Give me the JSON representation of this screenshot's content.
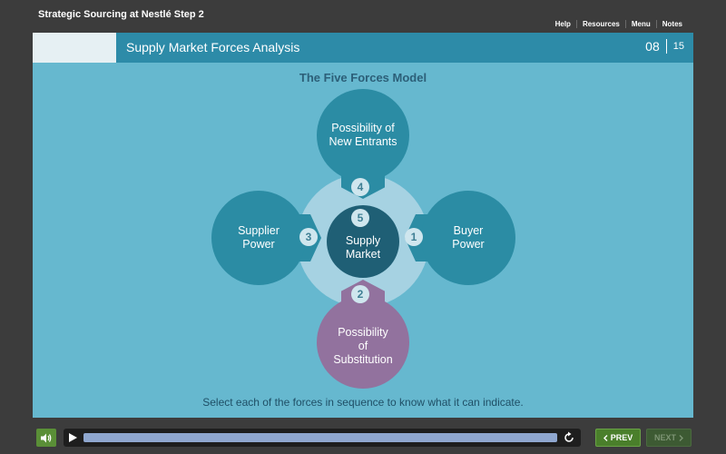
{
  "app": {
    "title": "Strategic Sourcing at Nestlé Step 2"
  },
  "top_links": [
    "Help",
    "Resources",
    "Menu",
    "Notes"
  ],
  "slide": {
    "header_title": "Supply Market Forces Analysis",
    "page_current": "08",
    "page_total": "15",
    "model_title": "The Five Forces Model",
    "instruction": "Select each of the forces in sequence to know what it can indicate."
  },
  "forces": {
    "top": {
      "line1": "Possibility of",
      "line2": "New Entrants",
      "number": "4"
    },
    "left": {
      "line1": "Supplier",
      "line2": "Power",
      "number": "3"
    },
    "right": {
      "line1": "Buyer",
      "line2": "Power",
      "number": "1"
    },
    "bottom": {
      "line1": "Possibility",
      "line2": "of",
      "line3": "Substitution",
      "number": "2"
    },
    "center": {
      "line1": "Supply",
      "line2": "Market",
      "number": "5"
    }
  },
  "controls": {
    "prev_label": "PREV",
    "next_label": "NEXT",
    "progress": 0.0
  },
  "colors": {
    "slide_bg": "#66b8cf",
    "force_teal": "#2b8ca4",
    "force_purple": "#92729e",
    "center_dark": "#1f5f75",
    "prev_green": "#4a7f2b"
  },
  "icons": [
    "volume-icon",
    "play-icon",
    "replay-icon",
    "chevron-left-icon",
    "chevron-right-icon"
  ]
}
